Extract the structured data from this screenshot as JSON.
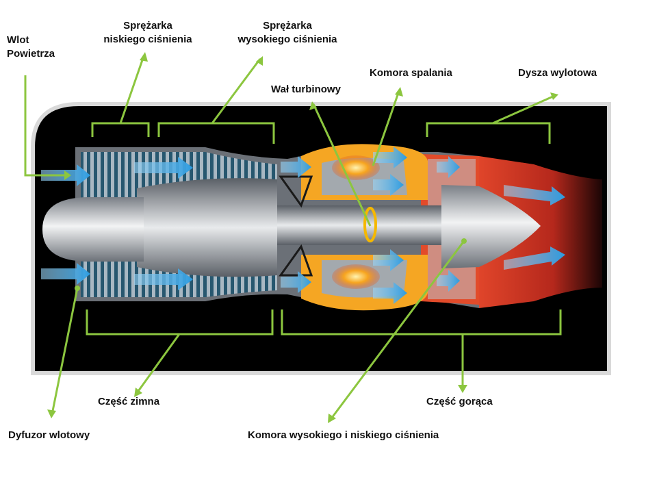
{
  "labels": {
    "inlet": [
      "Wlot",
      "Powietrza"
    ],
    "lp_compressor": [
      "Sprężarka",
      "niskiego ciśnienia"
    ],
    "hp_compressor": [
      "Sprężarka",
      "wysokiego ciśnienia"
    ],
    "combustion_chamber": "Komora spalania",
    "exhaust_nozzle": "Dysza wylotowa",
    "turbine_shaft": "Wał turbinowy",
    "cold_section": "Część zimna",
    "hot_section": "Część gorąca",
    "inlet_diffuser": "Dyfuzor wlotowy",
    "turbine_chambers": "Komora wysokiego i niskiego ciśnienia"
  },
  "colors": {
    "leader": "#8cc63f",
    "casing": "#000000",
    "flow_arrow": "#3aa6e8",
    "hot_section": "#e24b2a",
    "combustor": "#f5a623",
    "metal": "#9aa0a6"
  }
}
